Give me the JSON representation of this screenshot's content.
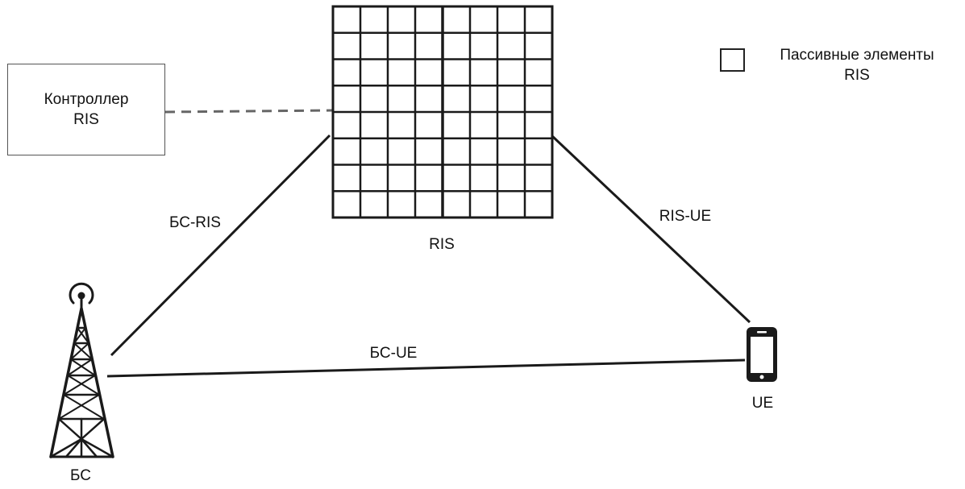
{
  "ris_grid": {
    "rows": 8,
    "cols": 8
  },
  "labels": {
    "controller_line1": "Контроллер",
    "controller_line2": "RIS",
    "legend_line1": "Пассивные элементы",
    "legend_line2": "RIS",
    "ris": "RIS",
    "bs_ris": "БС-RIS",
    "ris_ue": "RIS-UE",
    "bs_ue": "БС-UE",
    "bs": "БС",
    "ue": "UE"
  },
  "icons": {
    "tower": "cell-tower-icon",
    "phone": "smartphone-icon"
  },
  "colors": {
    "line": "#1a1a1a",
    "dashed_link": "#666666",
    "grid": "#1a1a1a"
  }
}
